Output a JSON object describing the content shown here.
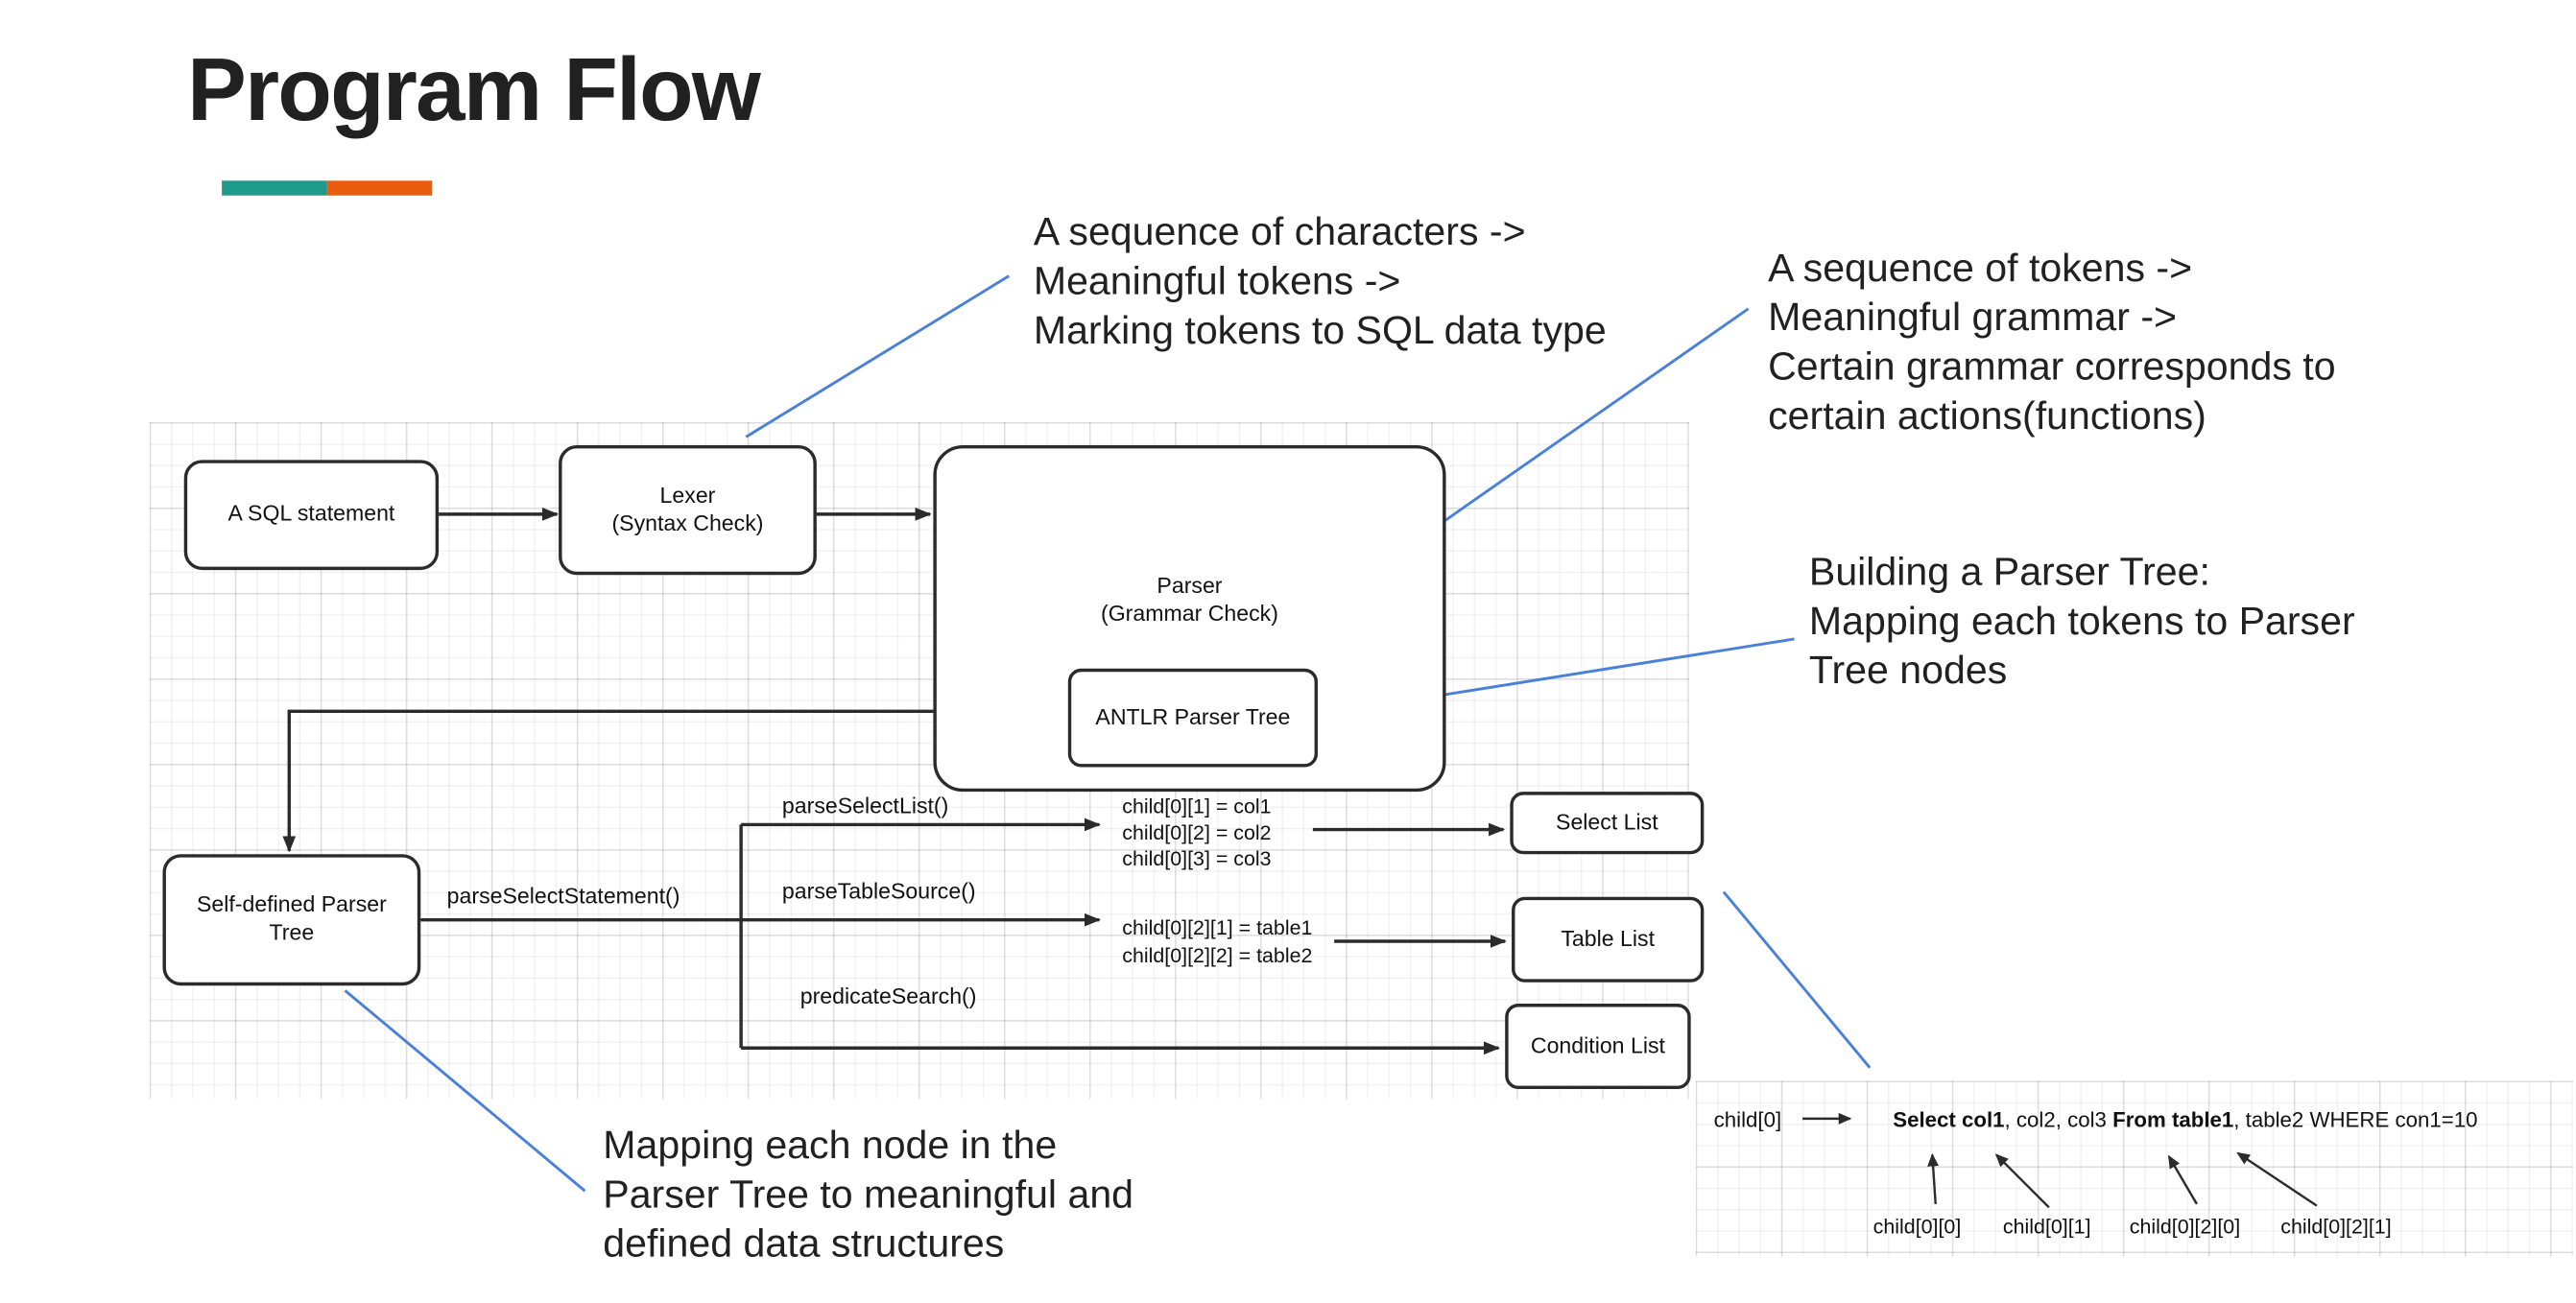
{
  "slide": {
    "title": "Program Flow",
    "accent_colors": {
      "teal": "#1e9a8c",
      "orange": "#e85c0c"
    },
    "annotation_line_color": "#4a80d9"
  },
  "annotations": {
    "lexer": {
      "lines": [
        "A sequence of characters ->",
        "Meaningful tokens ->",
        "Marking tokens to SQL data type"
      ]
    },
    "parser": {
      "lines": [
        "A sequence of tokens ->",
        "Meaningful grammar ->",
        "Certain grammar corresponds to",
        "certain actions(functions)"
      ]
    },
    "parser_tree": {
      "lines": [
        "Building a Parser Tree:",
        "Mapping each tokens to Parser",
        "Tree nodes"
      ]
    },
    "self_tree": {
      "lines": [
        "Mapping each node in the",
        "Parser Tree to meaningful and",
        "defined data structures"
      ]
    }
  },
  "flowchart": {
    "nodes": {
      "sql": "A SQL statement",
      "lexer": [
        "Lexer",
        "(Syntax Check)"
      ],
      "parser": [
        "Parser",
        "(Grammar Check)"
      ],
      "antlr": "ANTLR Parser Tree",
      "self": [
        "Self-defined Parser",
        "Tree"
      ],
      "select_list": "Select List",
      "table_list": "Table List",
      "condition_list": "Condition List"
    },
    "labels": {
      "statement": "parseSelectStatement()",
      "select": "parseSelectList()",
      "table": "parseTableSource()",
      "predicate": "predicateSearch()"
    },
    "assignments": {
      "select": [
        "child[0][1] = col1",
        "child[0][2] = col2",
        "child[0][3] = col3"
      ],
      "table": [
        "child[0][2][1] = table1",
        "child[0][2][2] = table2"
      ]
    }
  },
  "example": {
    "node": "child[0]",
    "sentence": [
      {
        "text": "Select col1",
        "bold": true
      },
      {
        "text": ", col2, col3 ",
        "bold": false
      },
      {
        "text": "From table1",
        "bold": true
      },
      {
        "text": ", table2 WHERE con1=10",
        "bold": false
      }
    ],
    "labels": [
      "child[0][0]",
      "child[0][1]",
      "child[0][2][0]",
      "child[0][2][1]"
    ]
  }
}
